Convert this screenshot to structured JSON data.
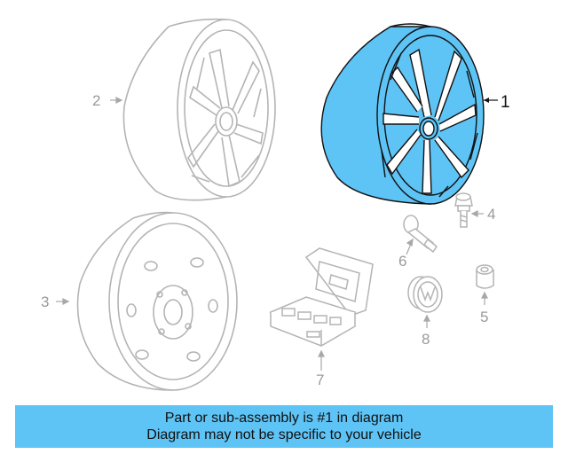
{
  "callouts": {
    "c1": "1",
    "c2": "2",
    "c3": "3",
    "c4": "4",
    "c5": "5",
    "c6": "6",
    "c7": "7",
    "c8": "8"
  },
  "banner": {
    "line1": "Part or sub-assembly is #1 in diagram",
    "line2": "Diagram may not be specific to your vehicle"
  },
  "colors": {
    "highlight": "#5ec3f5",
    "line": "#a8a8a8",
    "ink": "#111111"
  }
}
